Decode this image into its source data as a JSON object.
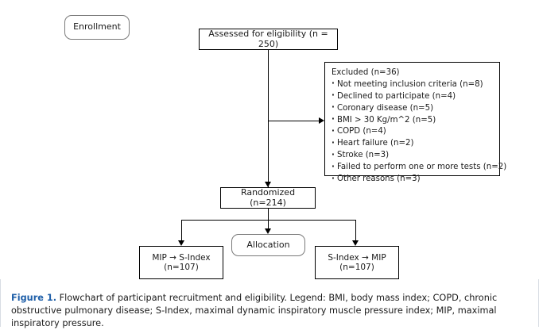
{
  "figure": {
    "nodes": {
      "enrollment": {
        "label": "Enrollment",
        "shape": "rounded"
      },
      "assessed": {
        "label": "Assessed for eligibility (n = 250)",
        "shape": "rect"
      },
      "randomized": {
        "label": "Randomized (n=214)",
        "shape": "rect"
      },
      "allocation": {
        "label": "Allocation",
        "shape": "rounded"
      },
      "group_left": {
        "label": "MIP → S-Index\n(n=107)",
        "shape": "rect"
      },
      "group_right": {
        "label": "S-Index → MIP\n(n=107)",
        "shape": "rect"
      }
    },
    "excluded": {
      "title": "Excluded (n=36)",
      "reasons": [
        "Not meeting inclusion criteria (n=8)",
        "Declined to participate (n=4)",
        "Coronary disease (n=5)",
        "BMI > 30 Kg/m^2 (n=5)",
        "COPD (n=4)",
        "Heart failure (n=2)",
        "Stroke (n=3)",
        "Failed to perform one or more tests (n=2)",
        "Other reasons (n=3)"
      ]
    },
    "caption": {
      "figure_label": "Figure 1.",
      "text": " Flowchart of participant recruitment and eligibility. Legend: BMI, body mass index; COPD, chronic obstructive pulmonary disease; S-Index, maximal dynamic inspiratory muscle pressure index; MIP, maximal inspiratory pressure.",
      "label_color": "#1f5fa8"
    }
  }
}
